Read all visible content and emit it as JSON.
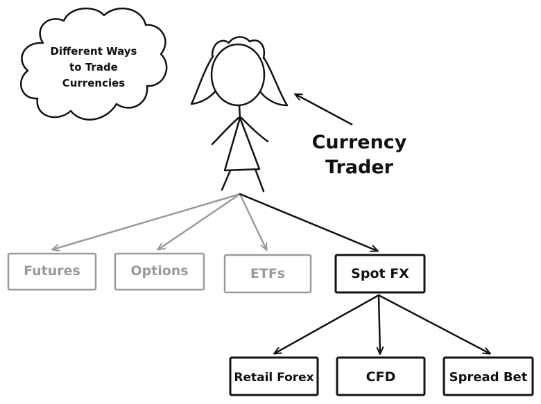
{
  "cloud": {
    "lines": [
      "Different Ways",
      "to Trade",
      "Currencies"
    ]
  },
  "trader": {
    "lines": [
      "Currency",
      "Trader"
    ]
  },
  "instruments": [
    {
      "label": "Futures",
      "active": false
    },
    {
      "label": "Options",
      "active": false
    },
    {
      "label": "ETFs",
      "active": false
    },
    {
      "label": "Spot FX",
      "active": true
    }
  ],
  "spot_fx_children": [
    {
      "label": "Retail Forex"
    },
    {
      "label": "CFD"
    },
    {
      "label": "Spread Bet"
    }
  ],
  "colors": {
    "ink": "#111111",
    "inactive": "#9a9a9a"
  }
}
